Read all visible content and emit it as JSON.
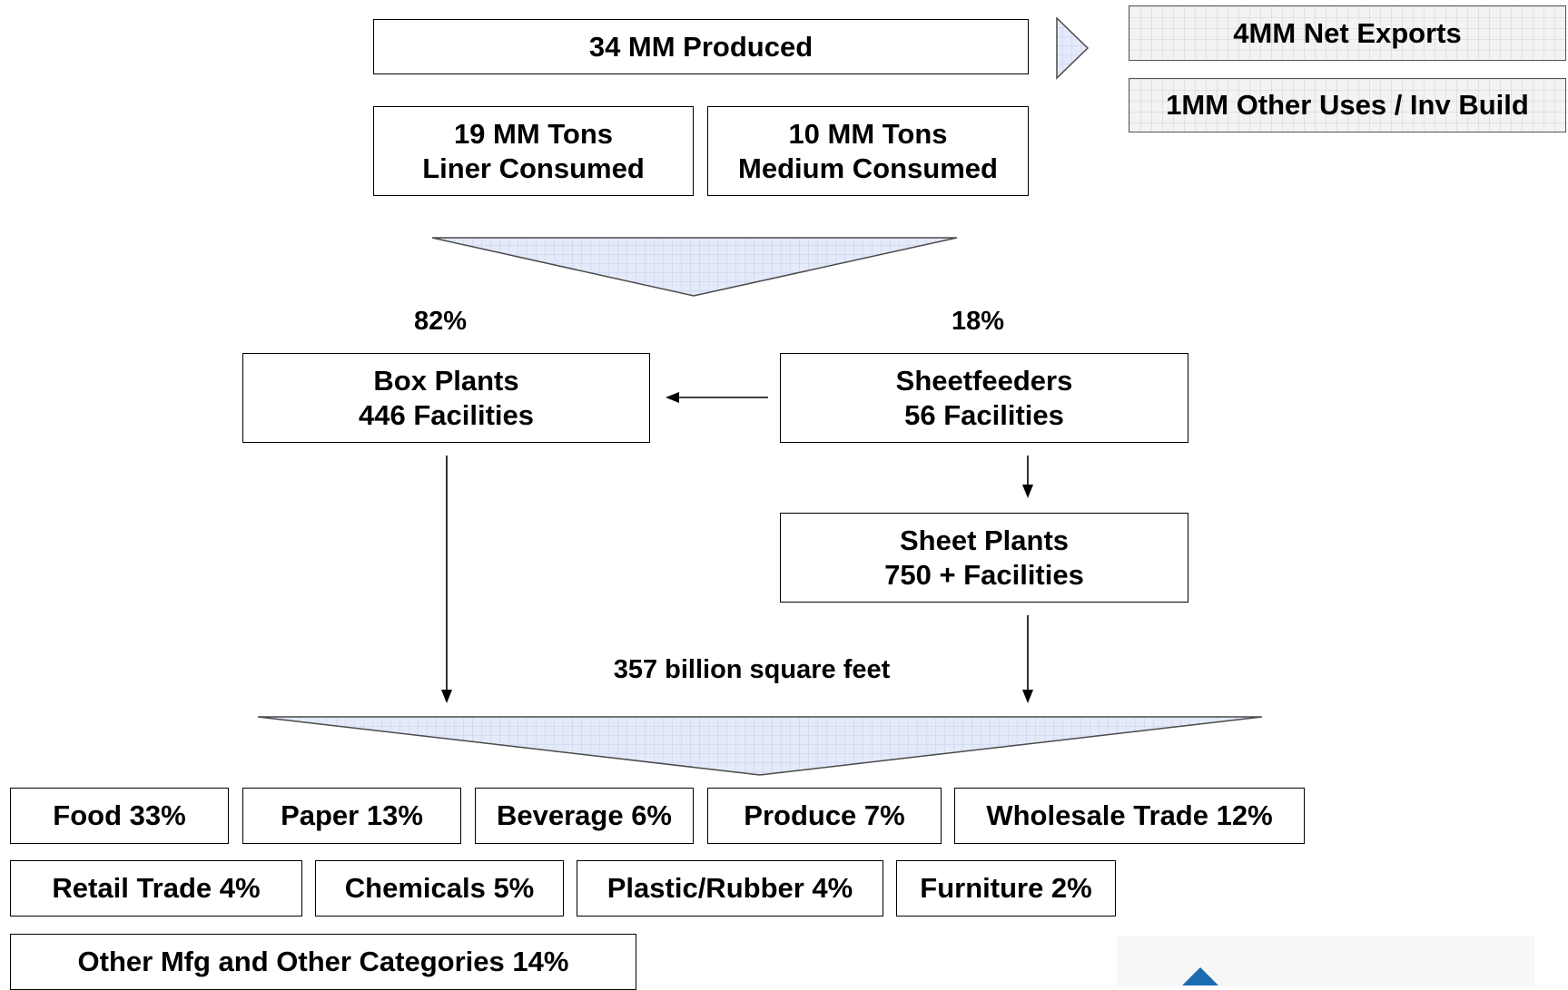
{
  "top": {
    "produced": "34 MM Produced",
    "liner_amount": "19 MM Tons",
    "liner_label": "Liner Consumed",
    "medium_amount": "10 MM Tons",
    "medium_label": "Medium Consumed",
    "net_exports": "4MM Net Exports",
    "other_uses": "1MM Other Uses / Inv Build"
  },
  "split": {
    "left_pct": "82%",
    "right_pct": "18%"
  },
  "plants": {
    "box_title": "Box Plants",
    "box_facilities": "446 Facilities",
    "sheetfeeders_title": "Sheetfeeders",
    "sheetfeeders_facilities": "56 Facilities",
    "sheet_title": "Sheet Plants",
    "sheet_facilities": "750 + Facilities"
  },
  "total_label": "357 billion square feet",
  "categories": [
    "Food 33%",
    "Paper 13%",
    "Beverage 6%",
    "Produce 7%",
    "Wholesale Trade 12%",
    "Retail Trade 4%",
    "Chemicals 5%",
    "Plastic/Rubber 4%",
    "Furniture 2%",
    "Other Mfg and Other Categories 14%"
  ],
  "colors": {
    "funnel_fill": "#e4eaf9",
    "funnel_grid": "#c4cff0",
    "logo_blue": "#1c6bb0"
  }
}
